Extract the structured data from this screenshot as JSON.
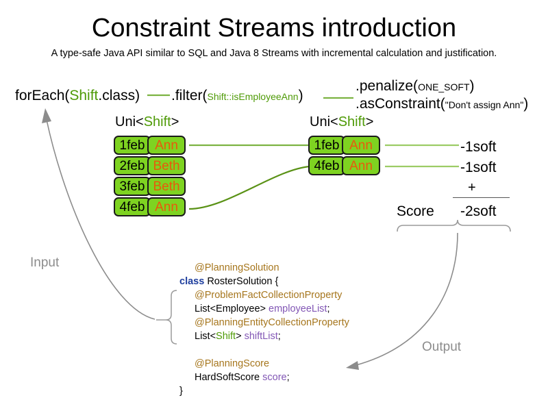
{
  "header": {
    "title": "Constraint Streams introduction",
    "subtitle": "A type-safe Java API similar to SQL and Java 8 Streams with incremental calculation and justification."
  },
  "pipeline": {
    "foreach": {
      "prefix": "forEach(",
      "type": "Shift",
      "suffix": ".class)"
    },
    "filter": {
      "prefix": ".filter(",
      "arg": "Shift::isEmployeeAnn",
      "suffix": ")"
    },
    "penalize": {
      "prefix": ".penalize(",
      "arg": "ONE_SOFT",
      "suffix": ")"
    },
    "as_constraint": {
      "prefix": ".asConstraint(",
      "arg": "\"Don't assign Ann\"",
      "suffix": ")"
    }
  },
  "streams": {
    "left": {
      "type_label_prefix": "Uni<",
      "type_label_generic": "Shift",
      "type_label_suffix": ">",
      "facts": [
        {
          "date": "1feb",
          "employee": "Ann"
        },
        {
          "date": "2feb",
          "employee": "Beth"
        },
        {
          "date": "3feb",
          "employee": "Beth"
        },
        {
          "date": "4feb",
          "employee": "Ann"
        }
      ]
    },
    "right": {
      "type_label_prefix": "Uni<",
      "type_label_generic": "Shift",
      "type_label_suffix": ">",
      "facts": [
        {
          "date": "1feb",
          "employee": "Ann"
        },
        {
          "date": "4feb",
          "employee": "Ann"
        }
      ]
    }
  },
  "score": {
    "penalties": [
      "-1soft",
      "-1soft"
    ],
    "operator": "+",
    "label": "Score",
    "total": "-2soft"
  },
  "annotations": {
    "input": "Input",
    "output": "Output"
  },
  "java_source": {
    "l1_annotation": "@PlanningSolution",
    "l2_keyword": "class",
    "l2_name": "RosterSolution {",
    "l3_annotation": "@ProblemFactCollectionProperty",
    "l4_type": "List<Employee>",
    "l4_var": "employeeList",
    "l4_semi": ";",
    "l5_annotation": "@PlanningEntityCollectionProperty",
    "l6_type_prefix": "List<",
    "l6_type_generic": "Shift",
    "l6_type_suffix": ">",
    "l6_var": "shiftList",
    "l6_semi": ";",
    "l7_annotation": "@PlanningScore",
    "l8_type": "HardSoftScore",
    "l8_var": "score",
    "l8_semi": ";",
    "l9_close": "}"
  },
  "colors": {
    "green_accent": "#4e9a06",
    "fact_box_fill": "#7ed321",
    "fact_box_border": "#1a1a1a",
    "employee_text": "#e8590c",
    "annotation_gold": "#a6761d",
    "keyword_blue": "#1f3f9e",
    "variable_purple": "#8257b5",
    "gray_label": "#8c8c8c",
    "connector_green": "#7cb342"
  }
}
